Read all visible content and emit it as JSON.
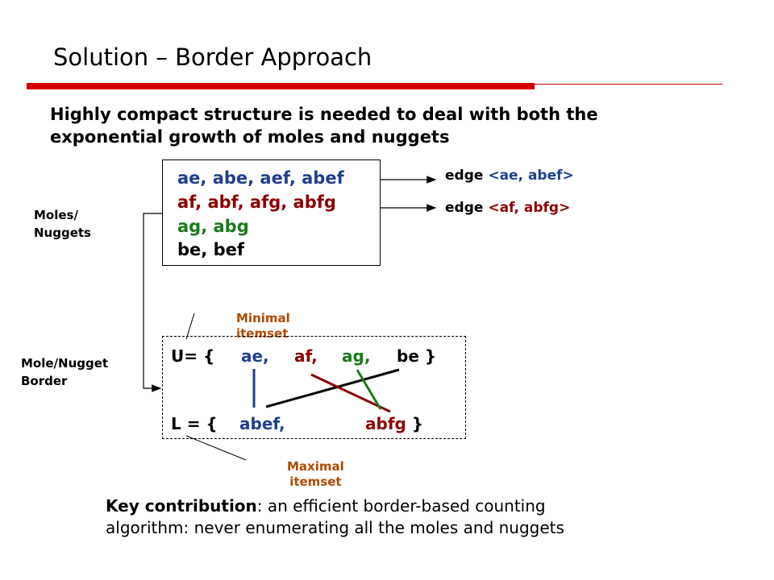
{
  "title": "Solution – Border Approach",
  "heading": {
    "line1": "Highly compact structure is needed to deal with both the",
    "line2": "exponential growth of moles and nuggets"
  },
  "sets": {
    "line1": "ae, abe, aef, abef",
    "line2": "af,  abf, afg, abfg",
    "line3": "ag, abg",
    "line4": "be, bef"
  },
  "edges": {
    "edge1_prefix": "edge ",
    "edge1_value": "<ae, abef>",
    "edge2_prefix": "edge ",
    "edge2_value": "<af, abfg>"
  },
  "side_labels": {
    "moles_line1": "Moles/",
    "moles_line2": "Nuggets",
    "border_line1": "Mole/Nugget",
    "border_line2": "Border"
  },
  "upper": {
    "prefix": "U= {",
    "items": [
      "ae,",
      "af,",
      "ag,",
      "be }"
    ]
  },
  "lower": {
    "prefix": "L = {",
    "items": [
      "abef,",
      "abfg }"
    ]
  },
  "annotations": {
    "minimal_line1": "Minimal",
    "minimal_line2": "itemset",
    "maximal_line1": "Maximal",
    "maximal_line2": "itemset"
  },
  "key": {
    "bold": "Key contribution",
    "rest1": ": an efficient border-based counting",
    "line2": "algorithm: never enumerating all the moles and nuggets"
  },
  "colors": {
    "blue": "#1f3f8f",
    "darkred": "#8b0000",
    "green": "#1a7a1a",
    "black": "#000000",
    "brown": "#b04a00",
    "rule_red": "#d40000"
  }
}
